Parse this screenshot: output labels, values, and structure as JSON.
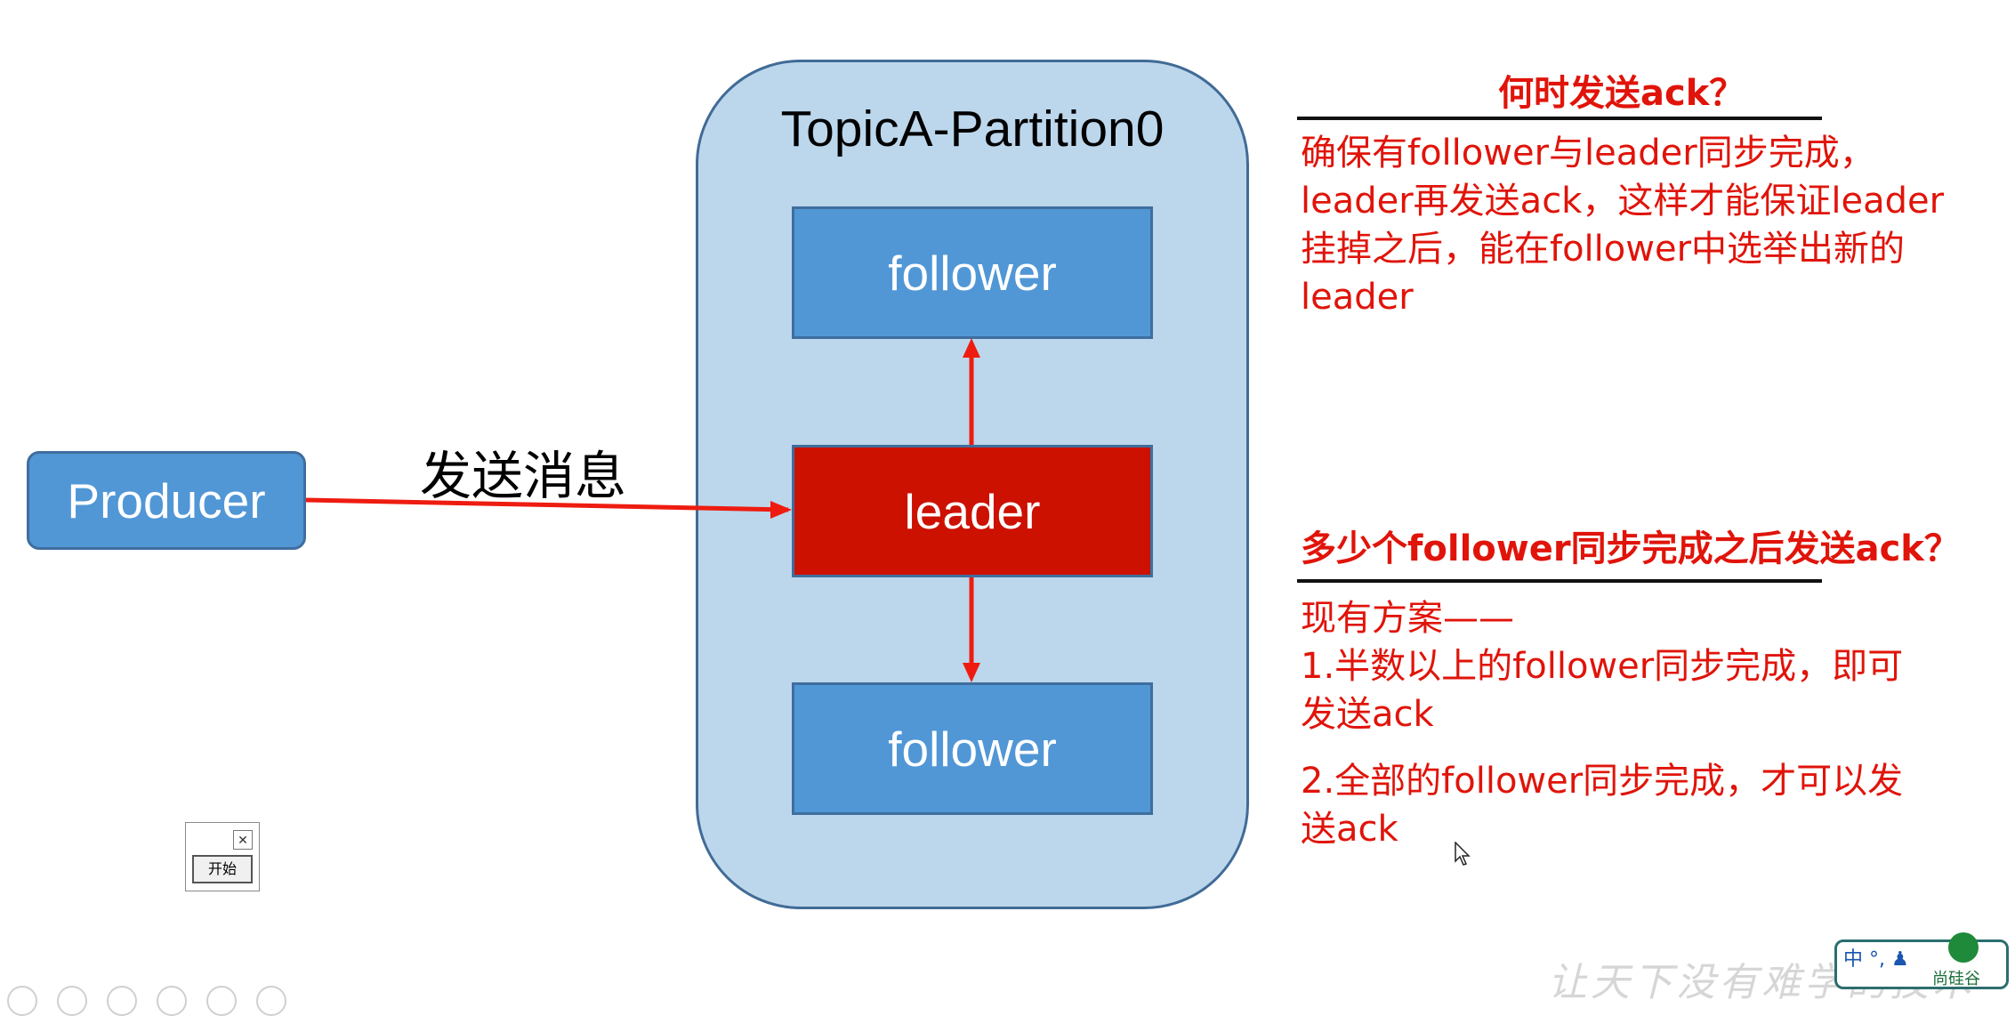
{
  "diagram": {
    "partition_title": "TopicA-Partition0",
    "nodes": {
      "follower_top": "follower",
      "leader": "leader",
      "follower_bottom": "follower",
      "producer": "Producer"
    },
    "edge_label": "发送消息",
    "colors": {
      "partition_fill": "#bcd7ec",
      "node_blue": "#5197d6",
      "leader_red": "#cc1100",
      "arrow_red": "#ee1c10",
      "text_red": "#e0140a"
    }
  },
  "notes": {
    "section1": {
      "heading": "何时发送ack？",
      "lines": [
        "确保有follower与leader同步完成，",
        "leader再发送ack，这样才能保证leader",
        "挂掉之后，能在follower中选举出新的",
        "leader"
      ]
    },
    "section2": {
      "heading": "多少个follower同步完成之后发送ack？",
      "intro": "现有方案——",
      "option1": [
        "1.半数以上的follower同步完成，即可",
        "发送ack"
      ],
      "option2": [
        "2.全部的follower同步完成，才可以发",
        "送ack"
      ]
    }
  },
  "widget": {
    "close_icon": "close-icon",
    "start_button": "开始"
  },
  "footer": {
    "slogan": "让天下没有难学的技术",
    "ime_mode": "中 °, ♟",
    "brand": "尚硅谷"
  }
}
